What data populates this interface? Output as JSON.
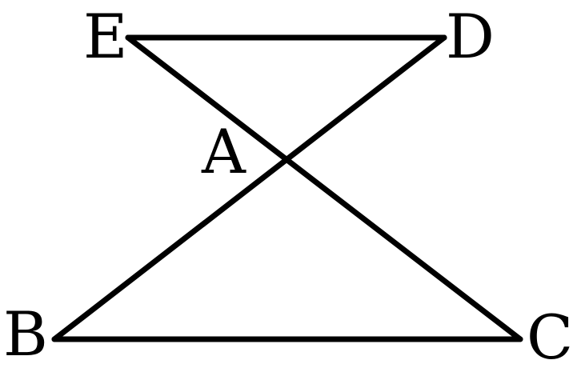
{
  "labels": {
    "E": "E",
    "D": "D",
    "A": "A",
    "B": "B",
    "C": "C"
  },
  "colors": {
    "stroke": "#000000",
    "text": "#000000",
    "background": "#ffffff"
  }
}
